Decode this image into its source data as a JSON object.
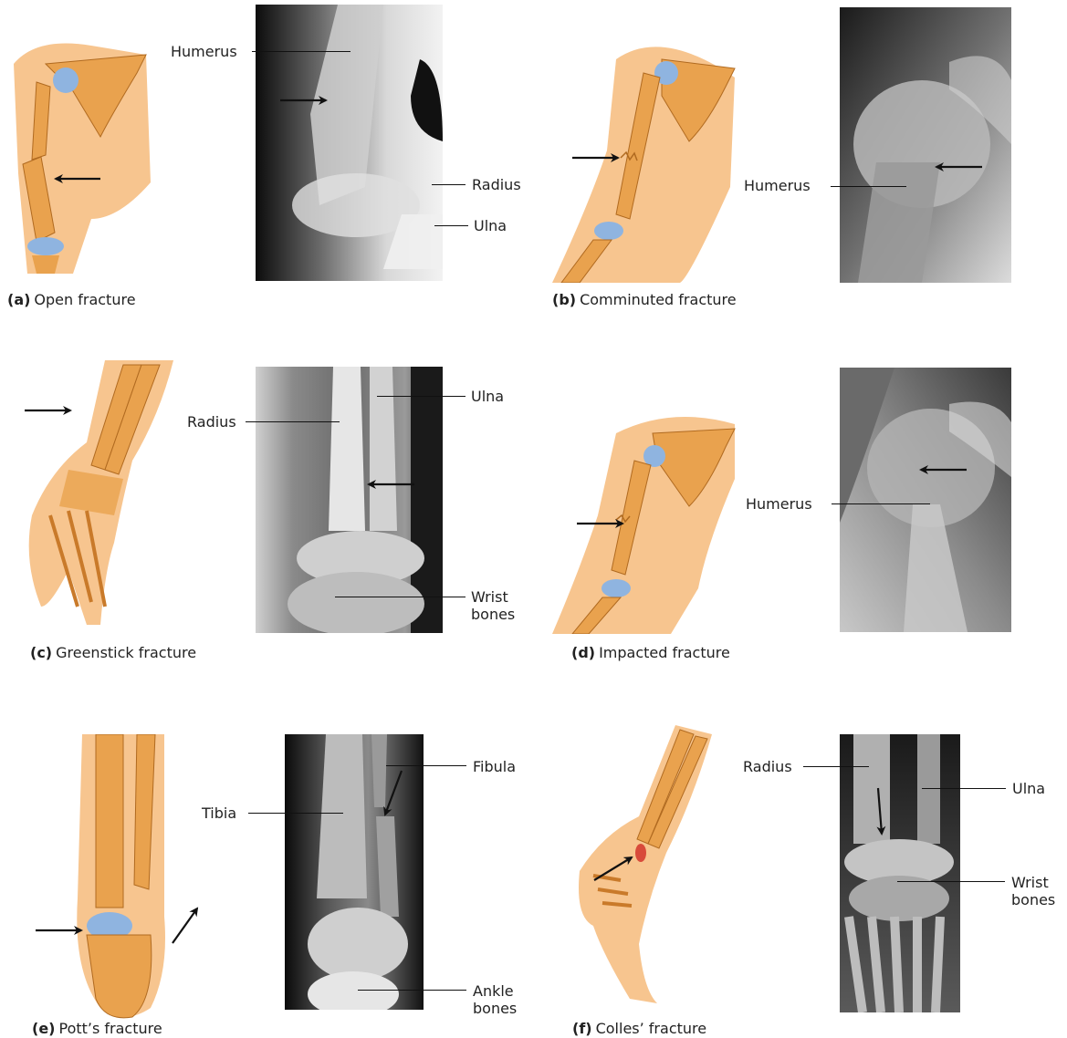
{
  "panels": {
    "a": {
      "letter": "(a)",
      "caption": "Open fracture",
      "labels": {
        "humerus": "Humerus",
        "radius": "Radius",
        "ulna": "Ulna"
      }
    },
    "b": {
      "letter": "(b)",
      "caption": "Comminuted fracture",
      "labels": {
        "humerus": "Humerus"
      }
    },
    "c": {
      "letter": "(c)",
      "caption": "Greenstick fracture",
      "labels": {
        "radius": "Radius",
        "ulna": "Ulna",
        "wrist_line1": "Wrist",
        "wrist_line2": "bones"
      }
    },
    "d": {
      "letter": "(d)",
      "caption": "Impacted fracture",
      "labels": {
        "humerus": "Humerus"
      }
    },
    "e": {
      "letter": "(e)",
      "caption": "Pott’s fracture",
      "labels": {
        "tibia": "Tibia",
        "fibula": "Fibula",
        "ankle_line1": "Ankle",
        "ankle_line2": "bones"
      }
    },
    "f": {
      "letter": "(f)",
      "caption": "Colles’ fracture",
      "labels": {
        "radius": "Radius",
        "ulna": "Ulna",
        "wrist_line1": "Wrist",
        "wrist_line2": "bones"
      }
    }
  },
  "colors": {
    "skin": "#f7c58f",
    "bone": "#e9a24e",
    "bone_dark": "#c97a2a",
    "cartilage": "#8fb4e0",
    "xray_dark": "#111111",
    "xray_light": "#e8e8e8"
  }
}
